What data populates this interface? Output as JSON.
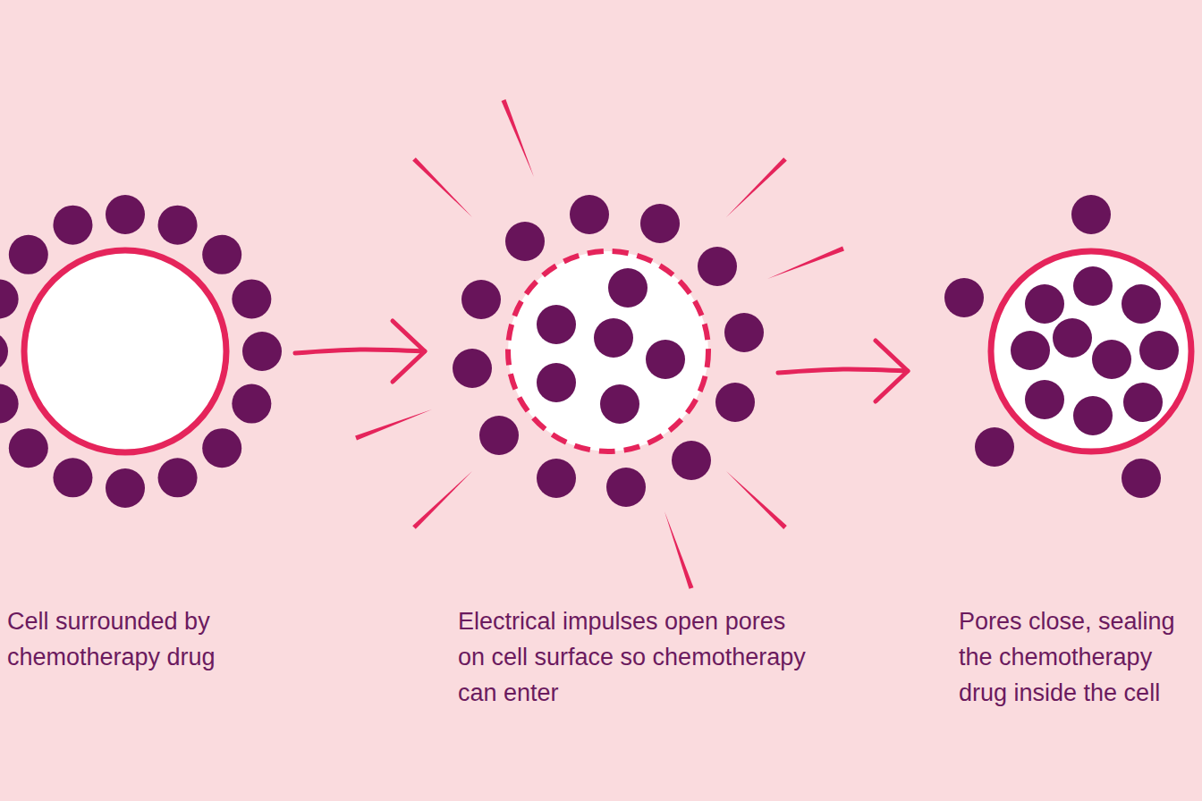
{
  "diagram": {
    "nodes": [
      {
        "text": [
          "Cell surrounded by chemotherapy drug"
        ]
      },
      {
        "text": [
          "Electrical impulses open pores on cell surface so chemotherapy can enter"
        ]
      },
      {
        "text": [
          "Pores close, sealing the chemotherapy drug inside the cell"
        ]
      }
    ],
    "edges": [
      {
        "from": 0,
        "to": 1,
        "arrow": "to"
      },
      {
        "from": 1,
        "to": 2,
        "arrow": "to"
      }
    ]
  }
}
